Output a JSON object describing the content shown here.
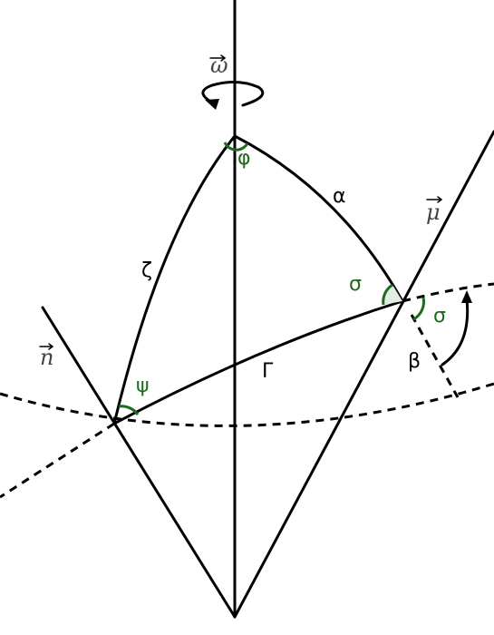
{
  "labels": {
    "omega": "ω",
    "n": "n",
    "mu": "μ",
    "alpha": "α",
    "zeta": "ζ",
    "gamma": "Γ",
    "beta": "β",
    "phi": "φ",
    "psi": "ψ",
    "sigma_left": "σ",
    "sigma_right": "σ"
  },
  "colors": {
    "line": "#000000",
    "angle": "#1e6b1e",
    "angle_fill": "#e1ede1"
  },
  "icons": {
    "rotation": "rotation-arrow-icon",
    "vector": "vector-arrow-icon"
  }
}
